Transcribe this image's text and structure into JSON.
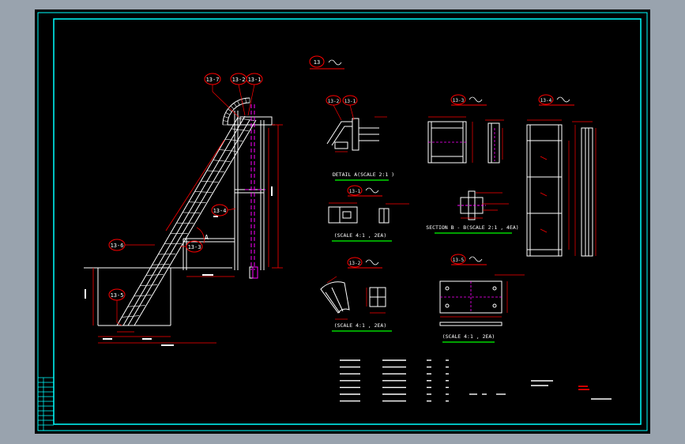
{
  "balloons": {
    "main": "13",
    "p1": "13-1",
    "p2": "13-2",
    "p3": "13-3",
    "p4": "13-4",
    "p5": "13-5",
    "p6": "13-6",
    "p7": "13-7"
  },
  "titles": {
    "detail_a": "DETAIL A(SCALE 2:1 )",
    "scale_p1": "(SCALE 4:1 , 2EA)",
    "section_b": "SECTION B - B(SCALE 2:1 , 4EA)",
    "scale_p2": "(SCALE 4:1 , 2EA)",
    "scale_p5": "(SCALE 4:1 , 2EA)"
  },
  "labels": {
    "dim_a": "A"
  },
  "colors": {
    "background": "#000000",
    "border": "#00ffff",
    "outline": "#ffffff",
    "balloon": "#ff0000",
    "dimension": "#ff0000",
    "leader": "#00ffff",
    "hidden": "#ff00ff",
    "title_underline": "#00ff00",
    "window_frame": "#99a3ae"
  }
}
